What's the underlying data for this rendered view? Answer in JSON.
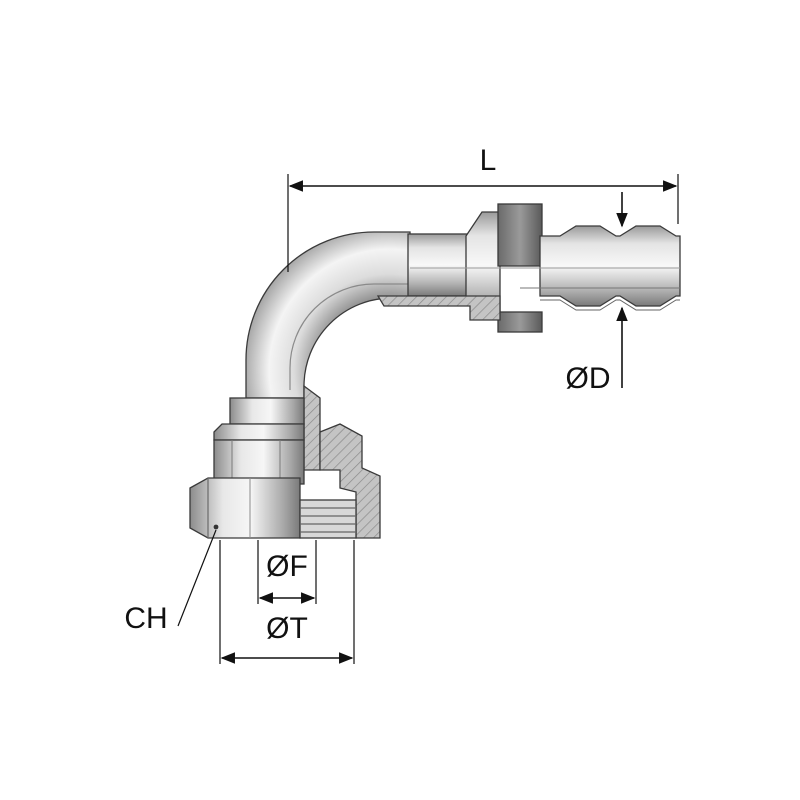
{
  "labels": {
    "length": "L",
    "hose_diameter": "ØD",
    "thread_inner_diameter": "ØF",
    "thread_outer_diameter": "ØT",
    "hex_wrench_size": "CH"
  }
}
